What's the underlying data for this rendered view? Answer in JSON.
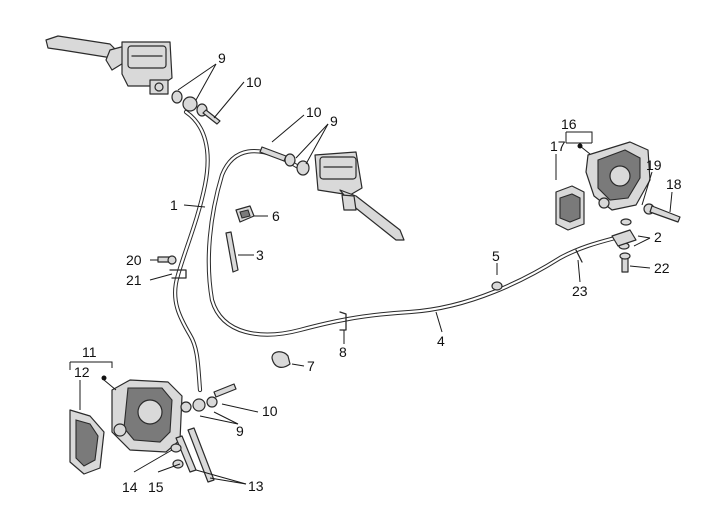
{
  "callouts": {
    "c1": "1",
    "c2": "2",
    "c3": "3",
    "c4": "4",
    "c5": "5",
    "c6": "6",
    "c7": "7",
    "c8": "8",
    "c9a": "9",
    "c9b": "9",
    "c9c": "9",
    "c10a": "10",
    "c10b": "10",
    "c10c": "10",
    "c11": "11",
    "c12": "12",
    "c13": "13",
    "c14": "14",
    "c15": "15",
    "c16": "16",
    "c17": "17",
    "c18": "18",
    "c19": "19",
    "c20": "20",
    "c21": "21",
    "c22": "22",
    "c23": "23"
  },
  "colors": {
    "line": "#2b2b2b",
    "part_fill": "#d9d9d9",
    "background": "#ffffff"
  }
}
